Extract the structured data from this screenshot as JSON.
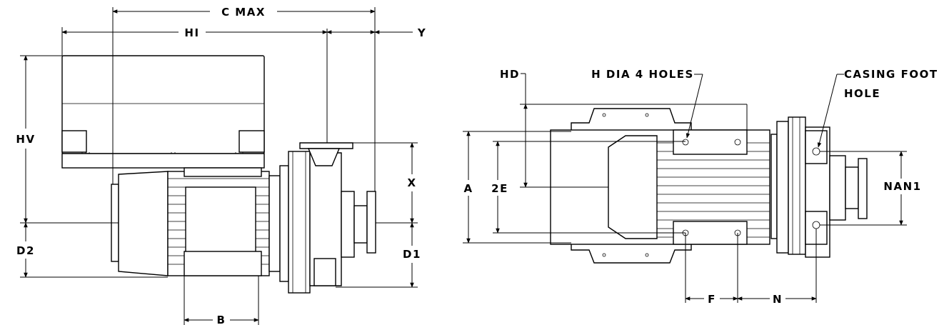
{
  "side_view": {
    "labels": {
      "c_max": "C MAX",
      "hi": "HI",
      "y": "Y",
      "hv": "HV",
      "x": "X",
      "d2": "D2",
      "d1": "D1",
      "b": "B"
    }
  },
  "end_view": {
    "labels": {
      "hd": "HD",
      "h_dia": "H DIA 4 HOLES",
      "casing_foot_1": "CASING FOOT",
      "casing_foot_2": "HOLE",
      "a": "A",
      "two_e": "2E",
      "nan1": "NAN1",
      "f": "F",
      "n": "N"
    }
  }
}
